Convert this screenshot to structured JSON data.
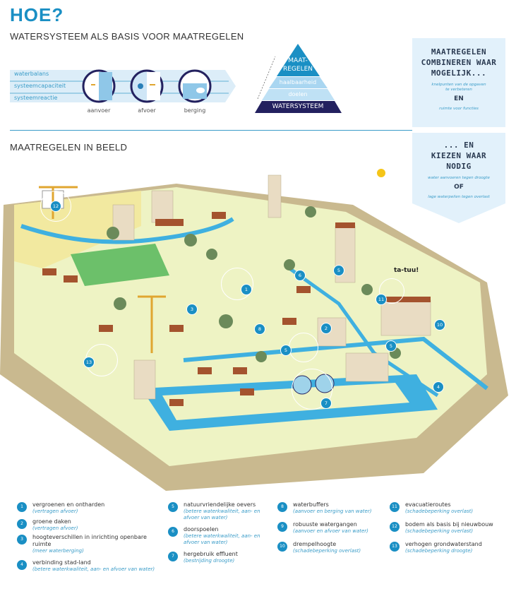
{
  "header": {
    "title": "HOE?",
    "subtitle": "WATERSYSTEEM ALS BASIS VOOR MAATREGELEN",
    "section2": "MAATREGELEN IN BEELD"
  },
  "band": {
    "rows": [
      "waterbalans",
      "systeemcapaciteit",
      "systeemreactie"
    ],
    "circles": [
      "aanvoer",
      "afvoer",
      "berging"
    ]
  },
  "pyramid": {
    "top": "MAAT-\nREGELEN",
    "level2": "haalbaarheid",
    "level3": "doelen",
    "base": "WATERSYSTEEM"
  },
  "right_box": {
    "top": {
      "heading": "MAATREGELEN COMBINEREN WAAR MOGELIJK...",
      "note1": "knelpunten van de opgaven te verbeteren",
      "joiner": "EN",
      "note2": "ruimte voor functies"
    },
    "bottom": {
      "heading": "... EN KIEZEN WAAR NODIG",
      "note1": "water aanvoeren tegen droogte",
      "joiner": "OF",
      "note2": "lage waterpeilen tegen overlast"
    }
  },
  "map": {
    "callout": "ta-tuu!",
    "markers": [
      "12",
      "1",
      "3",
      "8",
      "6",
      "5",
      "2",
      "5",
      "5",
      "11",
      "10",
      "4",
      "7",
      "13"
    ]
  },
  "colors": {
    "accent": "#1a8fc4",
    "navy": "#23215f",
    "light": "#e2f1fb",
    "water": "#3fb0e0",
    "grass": "#e9f0b0",
    "roof": "#a4532e"
  },
  "legend": [
    {
      "num": "1",
      "label": "vergroenen en ontharden",
      "sub": "(vertragen afvoer)"
    },
    {
      "num": "2",
      "label": "groene daken",
      "sub": "(vertragen afvoer)"
    },
    {
      "num": "3",
      "label": "hoogteverschillen in inrichting openbare ruimte",
      "sub": "(meer waterberging)"
    },
    {
      "num": "4",
      "label": "verbinding stad-land",
      "sub": "(betere waterkwaliteit, aan- en afvoer van water)"
    },
    {
      "num": "5",
      "label": "natuurvriendelijke oevers",
      "sub": "(betere waterkwaliteit, aan- en afvoer van water)"
    },
    {
      "num": "6",
      "label": "doorspoelen",
      "sub": "(betere waterkwaliteit, aan- en afvoer van water)"
    },
    {
      "num": "7",
      "label": "hergebruik effluent",
      "sub": "(bestrijding droogte)"
    },
    {
      "num": "8",
      "label": "waterbuffers",
      "sub": "(aanvoer en berging van water)"
    },
    {
      "num": "9",
      "label": "robuuste watergangen",
      "sub": "(aanvoer en afvoer van water)"
    },
    {
      "num": "10",
      "label": "drempelhoogte",
      "sub": "(schadebeperking overlast)"
    },
    {
      "num": "11",
      "label": "evacuatieroutes",
      "sub": "(schadebeperking overlast)"
    },
    {
      "num": "12",
      "label": "bodem als basis bij nieuwbouw",
      "sub": "(schadebeperking overlast)"
    },
    {
      "num": "13",
      "label": "verhogen grondwaterstand",
      "sub": "(schadebeperking droogte)"
    }
  ]
}
